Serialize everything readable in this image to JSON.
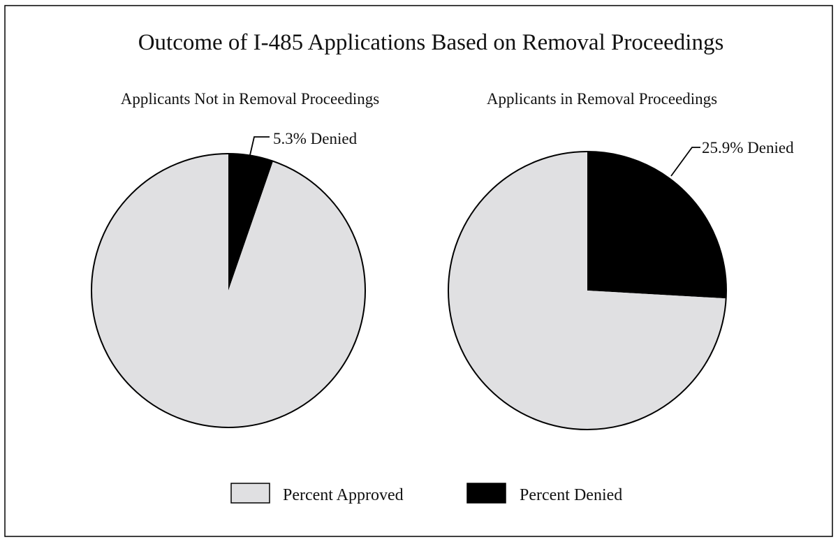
{
  "chart_data": {
    "title": "Outcome of I-485 Applications Based on Removal Proceedings",
    "type": "pie",
    "legend": {
      "position": "bottom-center",
      "entries": [
        {
          "label": "Percent Approved",
          "color": "#e0e0e2"
        },
        {
          "label": "Percent Denied",
          "color": "#000000"
        }
      ]
    },
    "charts": [
      {
        "subtitle": "Applicants Not in Removal Proceedings",
        "slices": [
          {
            "label": "Percent Denied",
            "value": 5.3,
            "color": "#000000"
          },
          {
            "label": "Percent Approved",
            "value": 94.7,
            "color": "#e0e0e2"
          }
        ],
        "annotation": "5.3% Denied"
      },
      {
        "subtitle": "Applicants in Removal Proceedings",
        "slices": [
          {
            "label": "Percent Denied",
            "value": 25.9,
            "color": "#000000"
          },
          {
            "label": "Percent Approved",
            "value": 74.1,
            "color": "#e0e0e2"
          }
        ],
        "annotation": "25.9% Denied"
      }
    ]
  }
}
